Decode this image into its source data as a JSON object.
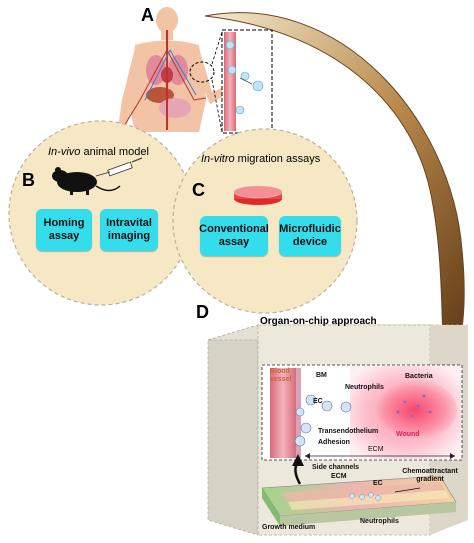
{
  "panels": {
    "a": {
      "letter": "A"
    },
    "b": {
      "letter": "B",
      "title_italic": "In-vivo",
      "title_rest": " animal model",
      "buttons": [
        "Homing assay",
        "Intravital imaging"
      ]
    },
    "c": {
      "letter": "C",
      "title_italic": "In-vitro",
      "title_rest": " migration assays",
      "buttons": [
        "Conventional assay",
        "Microfluidic device"
      ]
    },
    "d": {
      "letter": "D",
      "title": "Organ-on-chip approach",
      "labels": {
        "blood_vessel": "Blood vessel",
        "bm": "BM",
        "bacteria": "Bacteria",
        "neutrophils_top": "Neutrophils",
        "ec_top": "EC",
        "transendothelium": "Transendothelium",
        "adhesion": "Adhesion",
        "wound": "Wound",
        "ecm_arrow": "ECM",
        "side_channels": "Side channels",
        "chemoattractant": "Chemoattractant gradient",
        "ecm_bottom": "ECM",
        "ec_bottom": "EC",
        "growth_medium": "Growth medium",
        "neutrophils_bottom": "Neutrophils"
      }
    }
  },
  "colors": {
    "button": "#34ddec",
    "circle_fill": "#f6e8c4",
    "arrow": "#7a4a1e",
    "wound": "#e8195a",
    "vessel_label": "#c8643c"
  }
}
